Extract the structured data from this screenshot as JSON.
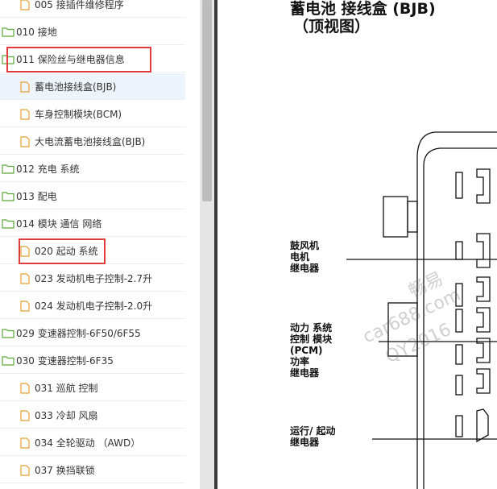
{
  "tree": {
    "items": [
      {
        "label": "005 接插件维修程序",
        "type": "file",
        "indent": 1
      },
      {
        "label": "010 接地",
        "type": "folder",
        "indent": 0
      },
      {
        "label": "011 保险丝与继电器信息",
        "type": "folder",
        "indent": 0,
        "highlighted": true
      },
      {
        "label": "蓄电池接线盒(BJB)",
        "type": "file",
        "indent": 1,
        "selected": true
      },
      {
        "label": "车身控制模块(BCM)",
        "type": "file",
        "indent": 1
      },
      {
        "label": "大电流蓄电池接线盒(BJB)",
        "type": "file",
        "indent": 1
      },
      {
        "label": "012 充电 系统",
        "type": "folder",
        "indent": 0
      },
      {
        "label": "013 配电",
        "type": "folder",
        "indent": 0
      },
      {
        "label": "014 模块 通信 网络",
        "type": "folder",
        "indent": 0
      },
      {
        "label": "020 起动 系统",
        "type": "file",
        "indent": 1,
        "highlighted": true
      },
      {
        "label": "023 发动机电子控制-2.7升",
        "type": "file",
        "indent": 1
      },
      {
        "label": "024 发动机电子控制-2.0升",
        "type": "file",
        "indent": 1
      },
      {
        "label": "029 变速器控制-6F50/6F55",
        "type": "folder",
        "indent": 0
      },
      {
        "label": "030 变速器控制-6F35",
        "type": "folder",
        "indent": 0
      },
      {
        "label": "031 巡航 控制",
        "type": "file",
        "indent": 1
      },
      {
        "label": "033 冷却 风扇",
        "type": "file",
        "indent": 1
      },
      {
        "label": "034 全轮驱动 （AWD）",
        "type": "file",
        "indent": 1
      },
      {
        "label": "037 换挡联锁",
        "type": "file",
        "indent": 1
      }
    ]
  },
  "document": {
    "title_line1": "蓄电池 接线盒 (BJB)",
    "title_line2": "（顶视图）",
    "labels": {
      "blower_1": "鼓风机",
      "blower_2": "电机",
      "blower_3": "继电器",
      "pcm_1": "动力 系统",
      "pcm_2": "控制 模块",
      "pcm_3": "(PCM)",
      "pcm_4": "功率",
      "pcm_5": "继电器",
      "run_1": "运行/ 起动",
      "run_2": "继电器"
    },
    "watermark": {
      "line1": "畅易",
      "line2": "car688.com",
      "line3": "QY2016"
    }
  },
  "colors": {
    "folder": "#5aa83a",
    "file": "#e8a030",
    "highlight": "#e23b3b",
    "selected_bg": "#eef4fb"
  }
}
